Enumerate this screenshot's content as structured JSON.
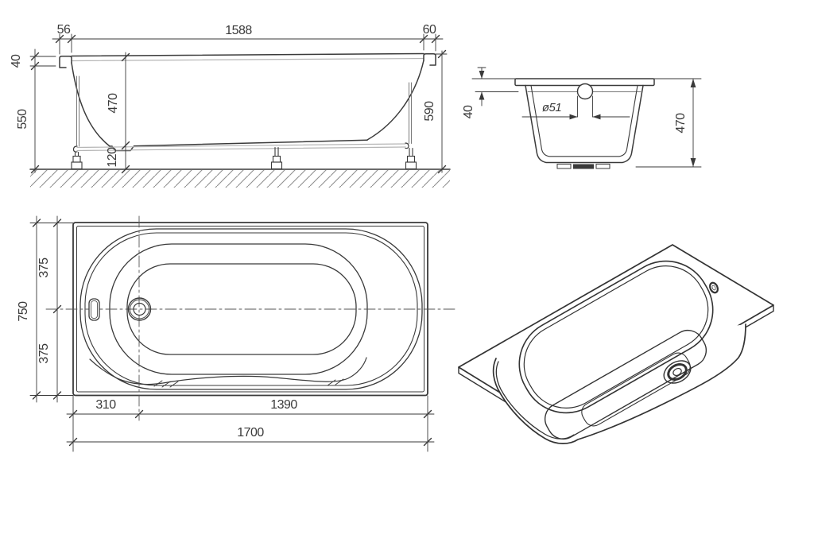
{
  "drawing": {
    "background": "#ffffff",
    "line_color": "#3a3a3a",
    "light_line_color": "#b5b5b5",
    "hatch_color": "#8f8f8f",
    "side_view": {
      "dim_rim_left": "56",
      "dim_inner_length": "1588",
      "dim_rim_right": "60",
      "dim_rim_height": "40",
      "dim_height_rim_base_to_floor": "550",
      "dim_inner_depth": "470",
      "dim_underframe_height": "120",
      "dim_overall_height": "590"
    },
    "end_view": {
      "dim_rim_height": "40",
      "dim_overflow_diameter": "ø51",
      "dim_depth": "470"
    },
    "plan_view": {
      "dim_half_width_upper": "375",
      "dim_half_width_lower": "375",
      "dim_overall_width": "750",
      "dim_drain_offset": "310",
      "dim_drain_to_foot_end": "1390",
      "dim_overall_length": "1700"
    }
  }
}
